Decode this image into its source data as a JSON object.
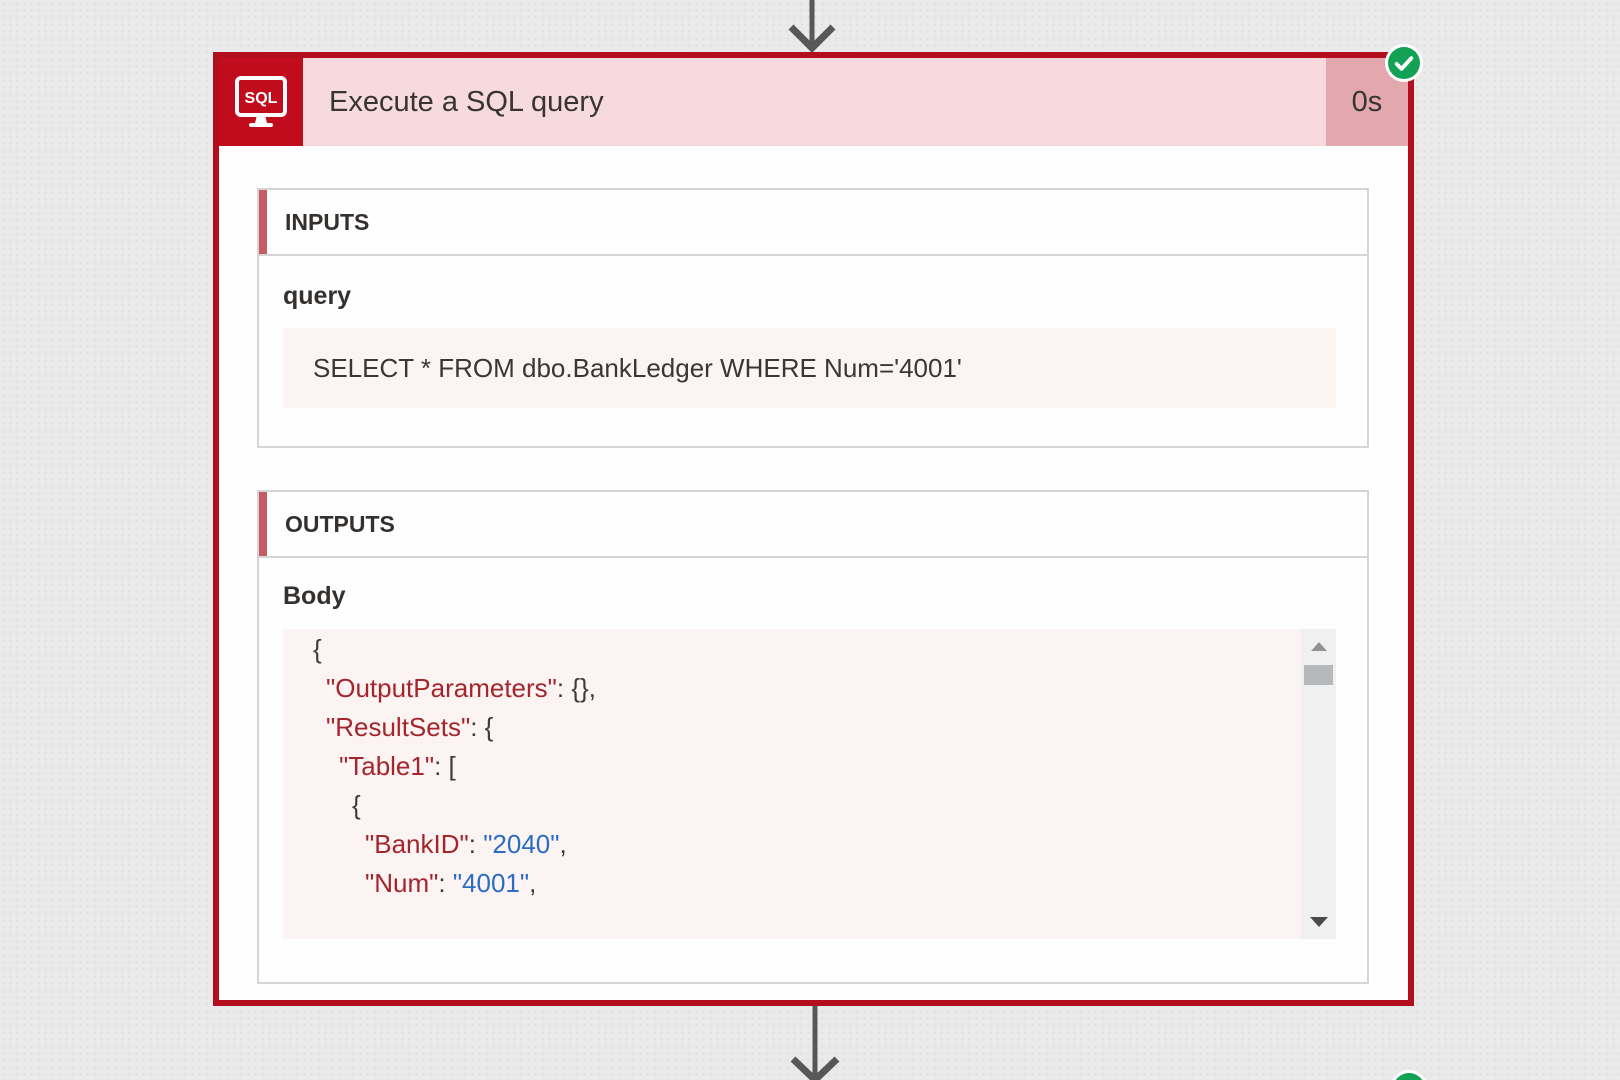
{
  "header": {
    "title": "Execute a SQL query",
    "duration": "0s",
    "icon_label": "SQL"
  },
  "status": {
    "result": "success",
    "icon": "checkmark-icon"
  },
  "inputs": {
    "section_label": "INPUTS",
    "query_label": "query",
    "query_value": "SELECT * FROM dbo.BankLedger WHERE Num='4001'"
  },
  "outputs": {
    "section_label": "OUTPUTS",
    "body_label": "Body",
    "body_lines": [
      {
        "indent": 0,
        "tokens": [
          {
            "type": "punct",
            "text": "{"
          }
        ]
      },
      {
        "indent": 1,
        "tokens": [
          {
            "type": "key",
            "text": "\"OutputParameters\""
          },
          {
            "type": "punct",
            "text": ": {},"
          }
        ]
      },
      {
        "indent": 1,
        "tokens": [
          {
            "type": "key",
            "text": "\"ResultSets\""
          },
          {
            "type": "punct",
            "text": ": {"
          }
        ]
      },
      {
        "indent": 2,
        "tokens": [
          {
            "type": "key",
            "text": "\"Table1\""
          },
          {
            "type": "punct",
            "text": ": ["
          }
        ]
      },
      {
        "indent": 3,
        "tokens": [
          {
            "type": "punct",
            "text": "{"
          }
        ]
      },
      {
        "indent": 4,
        "tokens": [
          {
            "type": "key",
            "text": "\"BankID\""
          },
          {
            "type": "punct",
            "text": ": "
          },
          {
            "type": "string",
            "text": "\"2040\""
          },
          {
            "type": "punct",
            "text": ","
          }
        ]
      },
      {
        "indent": 4,
        "tokens": [
          {
            "type": "key",
            "text": "\"Num\""
          },
          {
            "type": "punct",
            "text": ": "
          },
          {
            "type": "string",
            "text": "\"4001\""
          },
          {
            "type": "punct",
            "text": ","
          }
        ]
      }
    ]
  },
  "colors": {
    "card_border": "#b30e1d",
    "icon_bg": "#c00c1d",
    "header_pink": "#f6dade",
    "duration_pink": "#e3a8ae",
    "accent_bar": "#c55c63",
    "code_pink": "#fcf3f3",
    "json_key": "#a4262c",
    "json_str": "#2b6cc4",
    "success_green": "#13a155"
  }
}
